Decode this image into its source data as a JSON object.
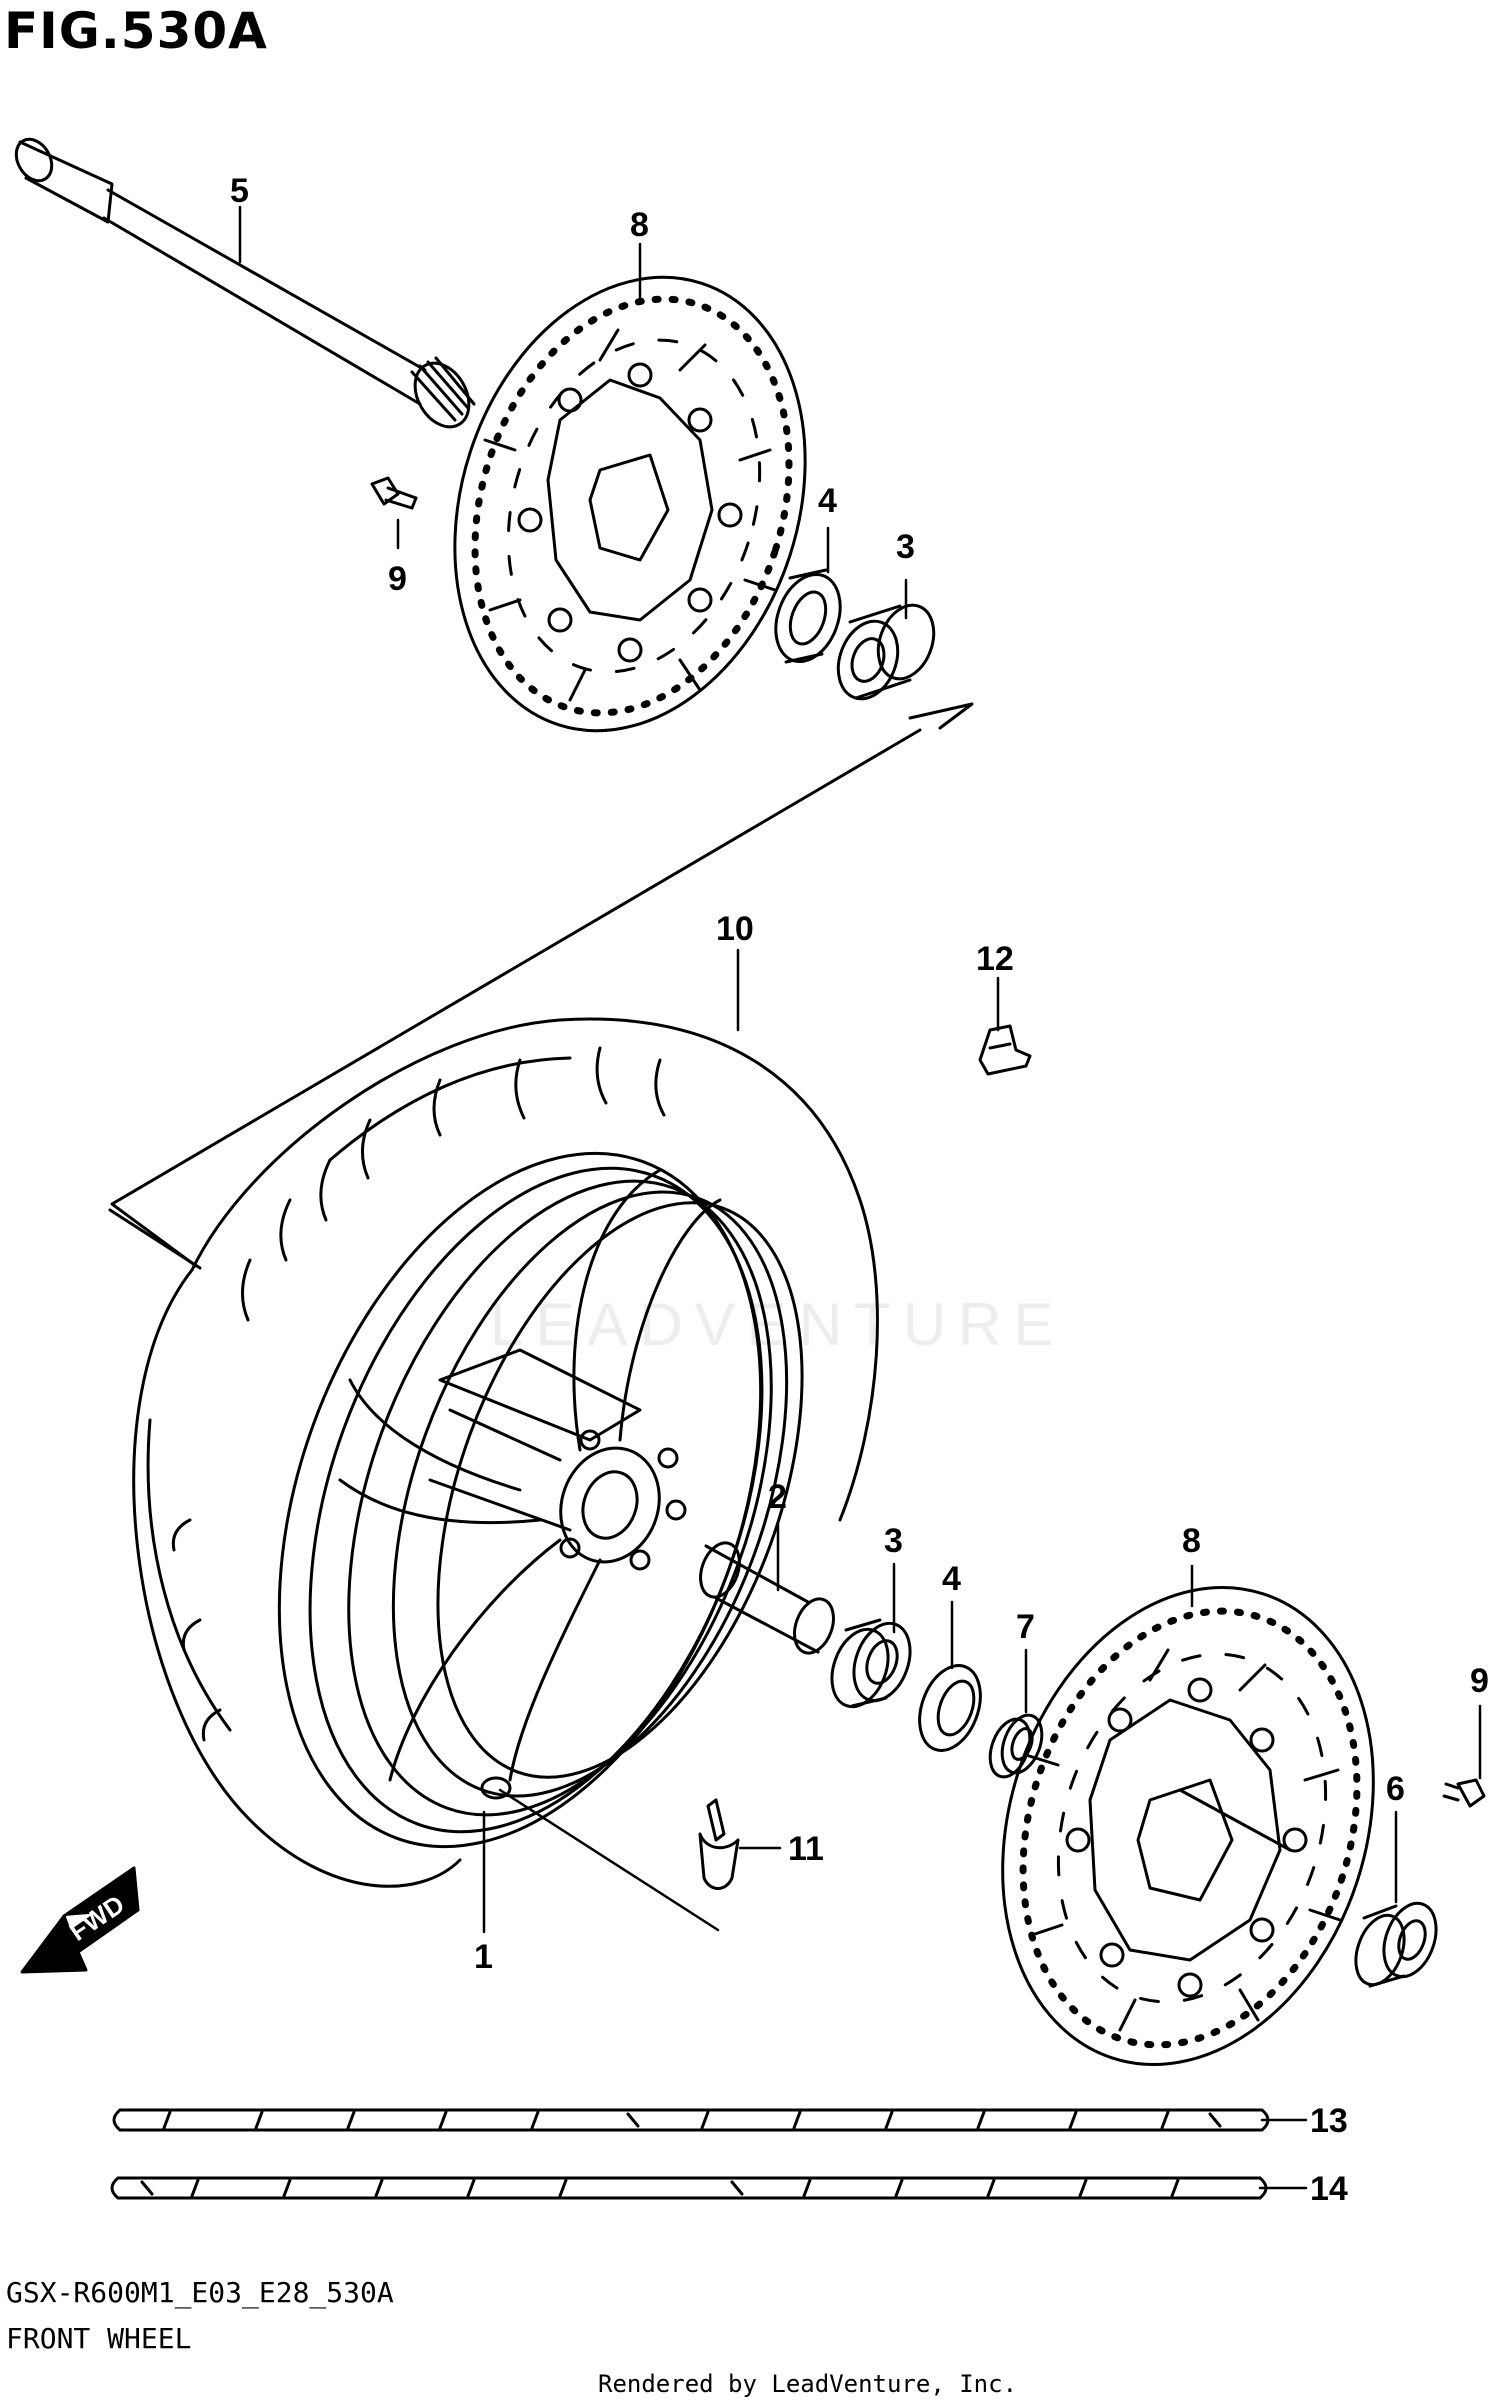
{
  "figure": {
    "title": "FIG.530A",
    "model_code": "GSX-R600M1_E03_E28_530A",
    "section_name": "FRONT WHEEL",
    "rendered_by": "Rendered by LeadVenture, Inc.",
    "watermark": "LEADVENTURE"
  },
  "fwd_badge": "FWD",
  "callouts": [
    {
      "id": "c5",
      "label": "5"
    },
    {
      "id": "c8a",
      "label": "8"
    },
    {
      "id": "c4a",
      "label": "4"
    },
    {
      "id": "c3a",
      "label": "3"
    },
    {
      "id": "c9a",
      "label": "9"
    },
    {
      "id": "c10",
      "label": "10"
    },
    {
      "id": "c12",
      "label": "12"
    },
    {
      "id": "c2",
      "label": "2"
    },
    {
      "id": "c3b",
      "label": "3"
    },
    {
      "id": "c4b",
      "label": "4"
    },
    {
      "id": "c7",
      "label": "7"
    },
    {
      "id": "c8b",
      "label": "8"
    },
    {
      "id": "c9b",
      "label": "9"
    },
    {
      "id": "c6",
      "label": "6"
    },
    {
      "id": "c11",
      "label": "11"
    },
    {
      "id": "c1",
      "label": "1"
    },
    {
      "id": "c13",
      "label": "13"
    },
    {
      "id": "c14",
      "label": "14"
    }
  ]
}
